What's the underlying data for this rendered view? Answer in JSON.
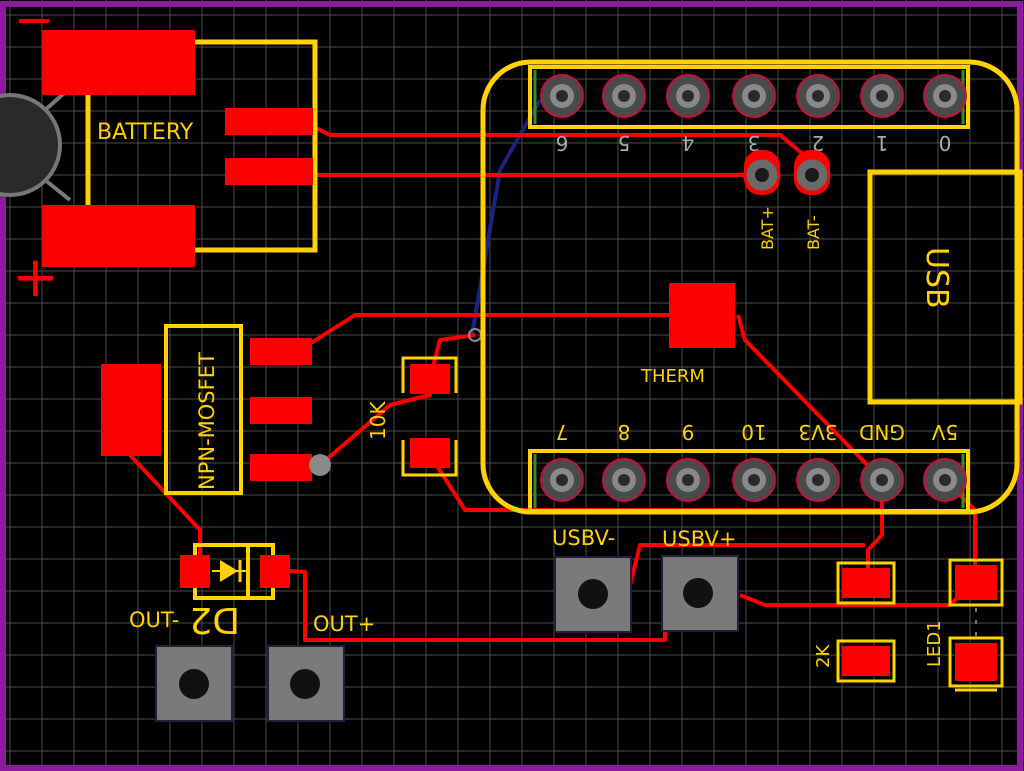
{
  "labels": {
    "battery": "BATTERY",
    "minus": "−",
    "plus": "+",
    "npn_mosfet": "NPN-MOSFET",
    "res_10k": "10K",
    "therm": "THERM",
    "bat_plus": "BAT+",
    "bat_minus": "BAT-",
    "usb": "USB",
    "usbv_minus": "USBV-",
    "usbv_plus": "USBV+",
    "out_minus": "OUT-",
    "out_plus": "OUT+",
    "d2": "D2",
    "res_2k": "2K",
    "led1": "LED1"
  },
  "top_pins": [
    "6",
    "5",
    "4",
    "3",
    "2",
    "1",
    "0"
  ],
  "bottom_pins": [
    "7",
    "8",
    "9",
    "10",
    "3V3",
    "GND",
    "5V"
  ],
  "colors": {
    "background": "#000000",
    "grid": "#4a4a4a",
    "copper": "#ff0000",
    "silkscreen": "#ffd200",
    "bottom_trace": "#1a237e",
    "board_outline": "#8b1a9c",
    "button": "#7a7a7a",
    "via": "#6a6a6a"
  }
}
